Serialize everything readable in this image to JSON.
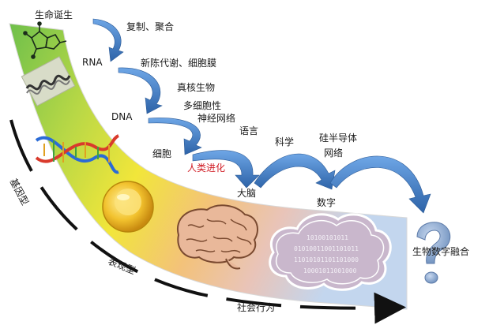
{
  "stages": {
    "origin": "生命诞生",
    "replication": "复制、聚合",
    "rna": "RNA",
    "metabolism": "新陈代谢、细胞膜",
    "eukaryote": "真核生物",
    "dna": "DNA",
    "multicellular": "多细胞性",
    "neural": "神经网络",
    "cell": "细胞",
    "language": "语言",
    "science": "科学",
    "semiconductor_line1": "硅半导体",
    "semiconductor_line2": "网络",
    "human_evolution": "人类进化",
    "brain": "大脑",
    "digital": "数字",
    "fusion": "生物数字融合"
  },
  "axis": {
    "genotype": "基因型",
    "phenotype": "表现型",
    "social": "社会行为"
  },
  "binary_lines": [
    "10100101011",
    "01010011001101011",
    "11010101101101000",
    "10001011001000"
  ],
  "colors": {
    "band_start": "#6fc04b",
    "band_mid": "#f2e63a",
    "band_end": "#c3d6ee",
    "arrow_blue": "#3d7cc6",
    "red_text": "#d01c24"
  }
}
